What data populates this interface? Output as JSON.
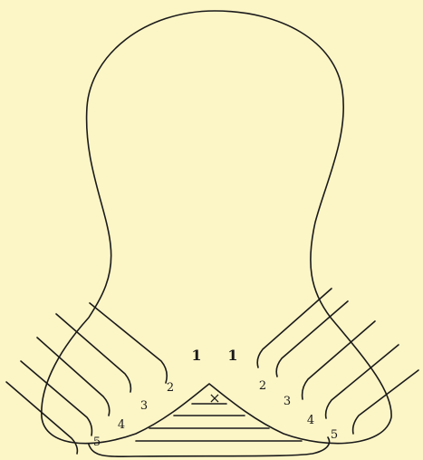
{
  "diagram": {
    "background": "#fcf5c6",
    "stroke": "#1a1a1a",
    "center_labels": [
      "1",
      "1"
    ],
    "left_labels": [
      "2",
      "3",
      "4",
      "5"
    ],
    "right_labels": [
      "2",
      "3",
      "4",
      "5"
    ],
    "center_mark": "×"
  }
}
